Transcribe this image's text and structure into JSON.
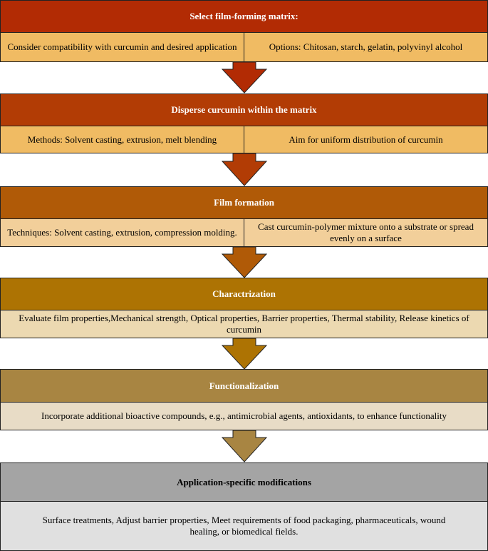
{
  "steps": [
    {
      "title": "Select film-forming matrix:",
      "cells": [
        "Consider compatibility with curcumin and desired application",
        "Options: Chitosan, starch, gelatin, polyvinyl alcohol"
      ],
      "head_color": "#b22b04",
      "cell_color": "#f0bb63"
    },
    {
      "title": "Disperse curcumin within the matrix",
      "cells": [
        "Methods: Solvent casting, extrusion, melt blending",
        "Aim for uniform distribution of curcumin"
      ],
      "head_color": "#b23c05",
      "cell_color": "#f0bb63"
    },
    {
      "title": "Film formation",
      "cells": [
        "Techniques: Solvent casting, extrusion, compression molding.",
        "Cast curcumin-polymer mixture onto a substrate or spread evenly on a surface"
      ],
      "head_color": "#b05a07",
      "cell_color": "#f2cf9a"
    },
    {
      "title": "Charactrization",
      "cells": [
        "Evaluate film properties,Mechanical strength, Optical properties, Barrier properties, Thermal stability, Release kinetics of curcumin"
      ],
      "head_color": "#ad7303",
      "cell_color": "#ecd9b1"
    },
    {
      "title": "Functionalization",
      "cells": [
        "Incorporate additional bioactive compounds, e.g., antimicrobial agents, antioxidants, to enhance functionality"
      ],
      "head_color": "#a88542",
      "cell_color": "#e8dcc6"
    },
    {
      "title": "Application-specific modifications",
      "cells": [
        "Surface treatments, Adjust barrier properties, Meet requirements of food packaging, pharmaceuticals, wound healing, or biomedical fields."
      ],
      "head_color": "#a4a4a4",
      "cell_color": "#e0e0e0"
    }
  ],
  "arrow_colors": [
    "#b22b04",
    "#b23c05",
    "#b05a07",
    "#ad7303",
    "#a88542"
  ]
}
